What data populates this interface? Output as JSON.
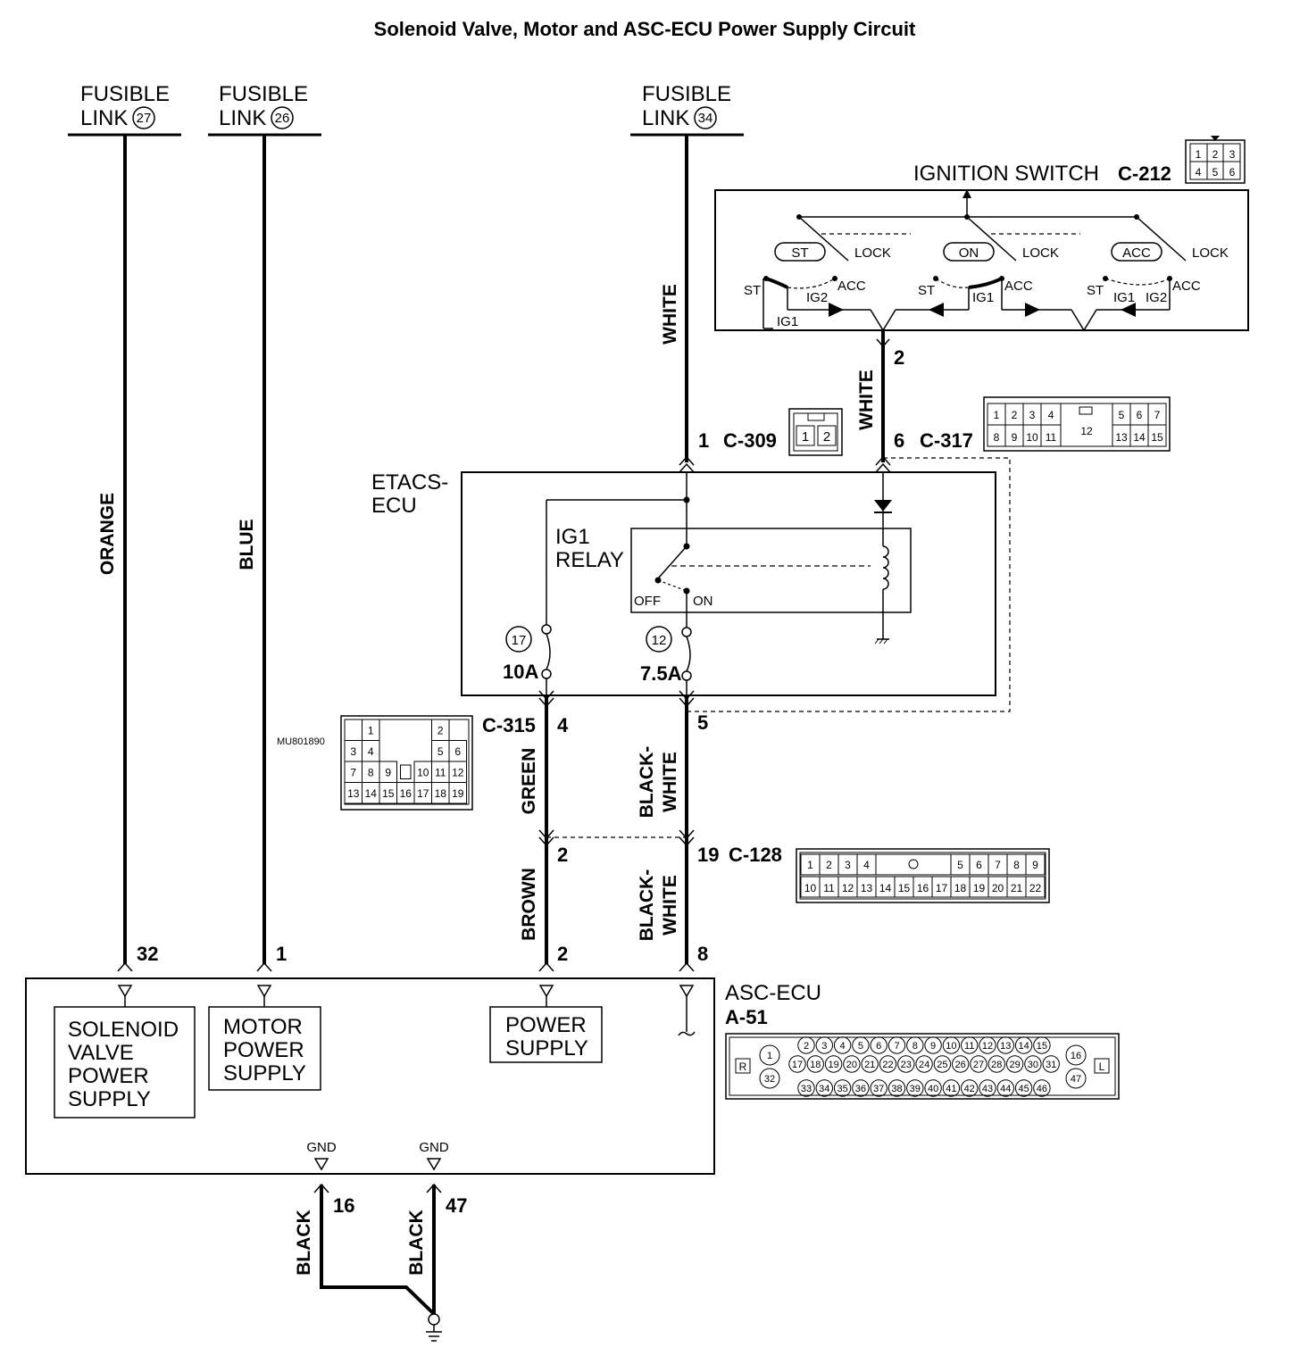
{
  "title": "Solenoid Valve, Motor and ASC-ECU Power Supply Circuit",
  "fusible_links": [
    {
      "top": "FUSIBLE",
      "bottom": "LINK",
      "number": "27"
    },
    {
      "top": "FUSIBLE",
      "bottom": "LINK",
      "number": "26"
    },
    {
      "top": "FUSIBLE",
      "bottom": "LINK",
      "number": "34"
    }
  ],
  "wires": {
    "orange": "ORANGE",
    "blue": "BLUE",
    "white_main": "WHITE",
    "white_ign": "WHITE",
    "green": "GREEN",
    "brown": "BROWN",
    "bw1_a": "BLACK-",
    "bw1_b": "WHITE",
    "bw2_a": "BLACK-",
    "bw2_b": "WHITE",
    "black1": "BLACK",
    "black2": "BLACK"
  },
  "ignition": {
    "title": "IGNITION SWITCH",
    "connector": "C-212",
    "conn_pins": [
      "1",
      "2",
      "3",
      "4",
      "5",
      "6"
    ],
    "out_pin": "2",
    "positions": {
      "st": "ST",
      "on": "ON",
      "acc": "ACC",
      "lock": "LOCK",
      "ig1": "IG1",
      "ig2": "IG2"
    }
  },
  "connectors": {
    "c309": {
      "pin": "1",
      "name": "C-309",
      "pins": [
        "1",
        "2"
      ]
    },
    "c317": {
      "pin": "6",
      "name": "C-317",
      "pins_top": [
        "1",
        "2",
        "3",
        "4",
        "5",
        "6",
        "7"
      ],
      "pins_bottom": [
        "8",
        "9",
        "10",
        "11",
        "13",
        "14",
        "15"
      ],
      "pin_center": "12"
    },
    "c315": {
      "name": "C-315",
      "pin_left": "4",
      "pin_right": "5",
      "part_number": "MU801890",
      "rows": [
        [
          "1",
          "2"
        ],
        [
          "3",
          "4",
          "5",
          "6"
        ],
        [
          "7",
          "8",
          "9",
          "10",
          "11",
          "12"
        ],
        [
          "13",
          "14",
          "15",
          "16",
          "17",
          "18",
          "19"
        ]
      ]
    },
    "c128": {
      "pin_left": "2",
      "pin_right": "19",
      "name": "C-128",
      "top": [
        "1",
        "2",
        "3",
        "4",
        "5",
        "6",
        "7",
        "8",
        "9"
      ],
      "bottom": [
        "10",
        "11",
        "12",
        "13",
        "14",
        "15",
        "16",
        "17",
        "18",
        "19",
        "20",
        "21",
        "22"
      ]
    }
  },
  "etacs": {
    "line1": "ETACS-",
    "line2": "ECU",
    "relay1": "IG1",
    "relay2": "RELAY",
    "off": "OFF",
    "on": "ON",
    "fuse_left_no": "17",
    "fuse_left_amp": "10A",
    "fuse_right_no": "12",
    "fuse_right_amp": "7.5A"
  },
  "asc": {
    "title": "ASC-ECU",
    "connector": "A-51",
    "pins": {
      "solenoid": "32",
      "motor": "1",
      "power": "2",
      "ign": "8",
      "gnd1": "16",
      "gnd2": "47"
    },
    "gnd": "GND",
    "boxes": {
      "solenoid": [
        "SOLENOID",
        "VALVE",
        "POWER",
        "SUPPLY"
      ],
      "motor": [
        "MOTOR",
        "POWER",
        "SUPPLY"
      ],
      "power": [
        "POWER",
        "SUPPLY"
      ]
    },
    "conn_side_left": "R",
    "conn_side_right": "L",
    "conn_left": [
      "1",
      "32"
    ],
    "conn_right": [
      "16",
      "47"
    ],
    "row1": [
      "2",
      "3",
      "4",
      "5",
      "6",
      "7",
      "8",
      "9",
      "10",
      "11",
      "12",
      "13",
      "14",
      "15"
    ],
    "row2": [
      "17",
      "18",
      "19",
      "20",
      "21",
      "22",
      "23",
      "24",
      "25",
      "26",
      "27",
      "28",
      "29",
      "30",
      "31"
    ],
    "row3": [
      "33",
      "34",
      "35",
      "36",
      "37",
      "38",
      "39",
      "40",
      "41",
      "42",
      "43",
      "44",
      "45",
      "46"
    ]
  }
}
